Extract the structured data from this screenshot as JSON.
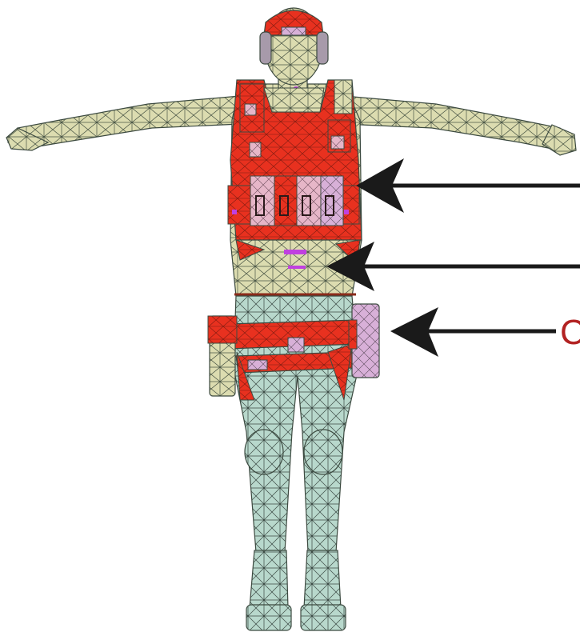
{
  "figure": {
    "subject": "soldier-mesh-model",
    "colors": {
      "uniform_upper": "#dcdcb0",
      "uniform_lower": "#b8d8cc",
      "vest_red": "#e8311f",
      "pouch_pink": "#e6b6c8",
      "pouch_lavender": "#d8b0d8",
      "boot": "#b8d8cc",
      "mesh_line": "#3c4a40",
      "accent_purple": "#c040e0",
      "arrow": "#1a1a1a",
      "label": "#b22222"
    },
    "icons": [
      "arrow-left-icon"
    ]
  },
  "callouts": [
    {
      "id": "vest",
      "text": ""
    },
    {
      "id": "waist",
      "text": ""
    },
    {
      "id": "belt",
      "text": "C"
    }
  ]
}
